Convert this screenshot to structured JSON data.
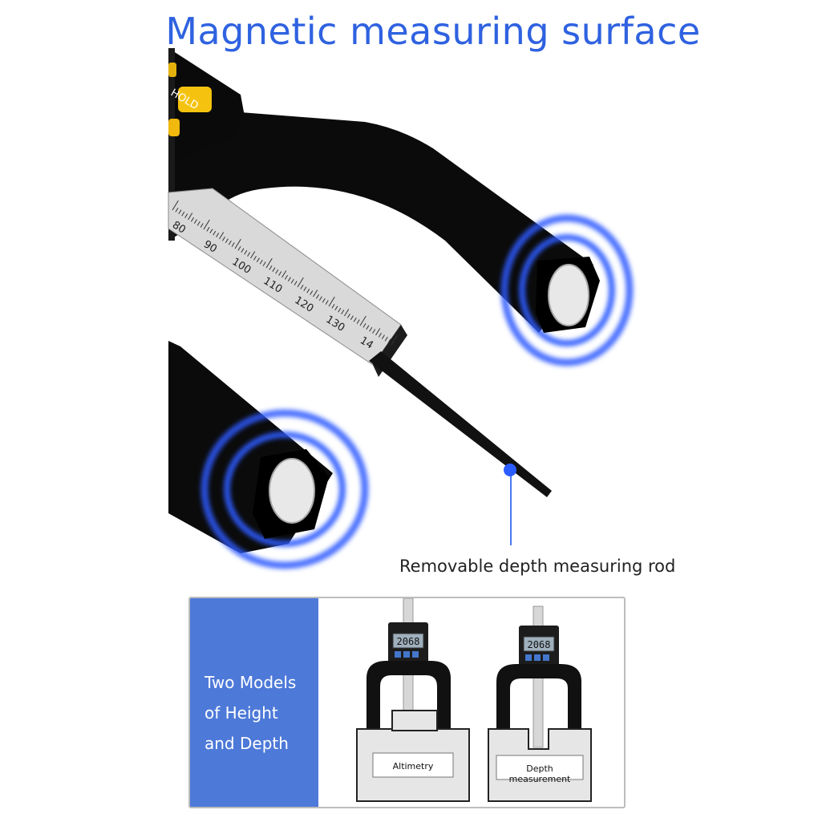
{
  "title": "Magnetic measuring surface",
  "rod_label": "Removable depth measuring rod",
  "panel": {
    "heading_lines": [
      "Two Models",
      "of Height",
      "and Depth"
    ],
    "left_label": "Altimetry",
    "right_label": "Depth measurement",
    "display_value": "2068"
  },
  "gauge": {
    "button_label": "HOLD",
    "scale_labels": [
      "80",
      "90",
      "100",
      "110",
      "120",
      "130",
      "14"
    ]
  },
  "colors": {
    "title": "#2f62e0",
    "panel_blue": "#4d79d8",
    "magnet_ring": "#2d5bff",
    "body": "#0d0d0d",
    "button": "#f5c30f"
  }
}
